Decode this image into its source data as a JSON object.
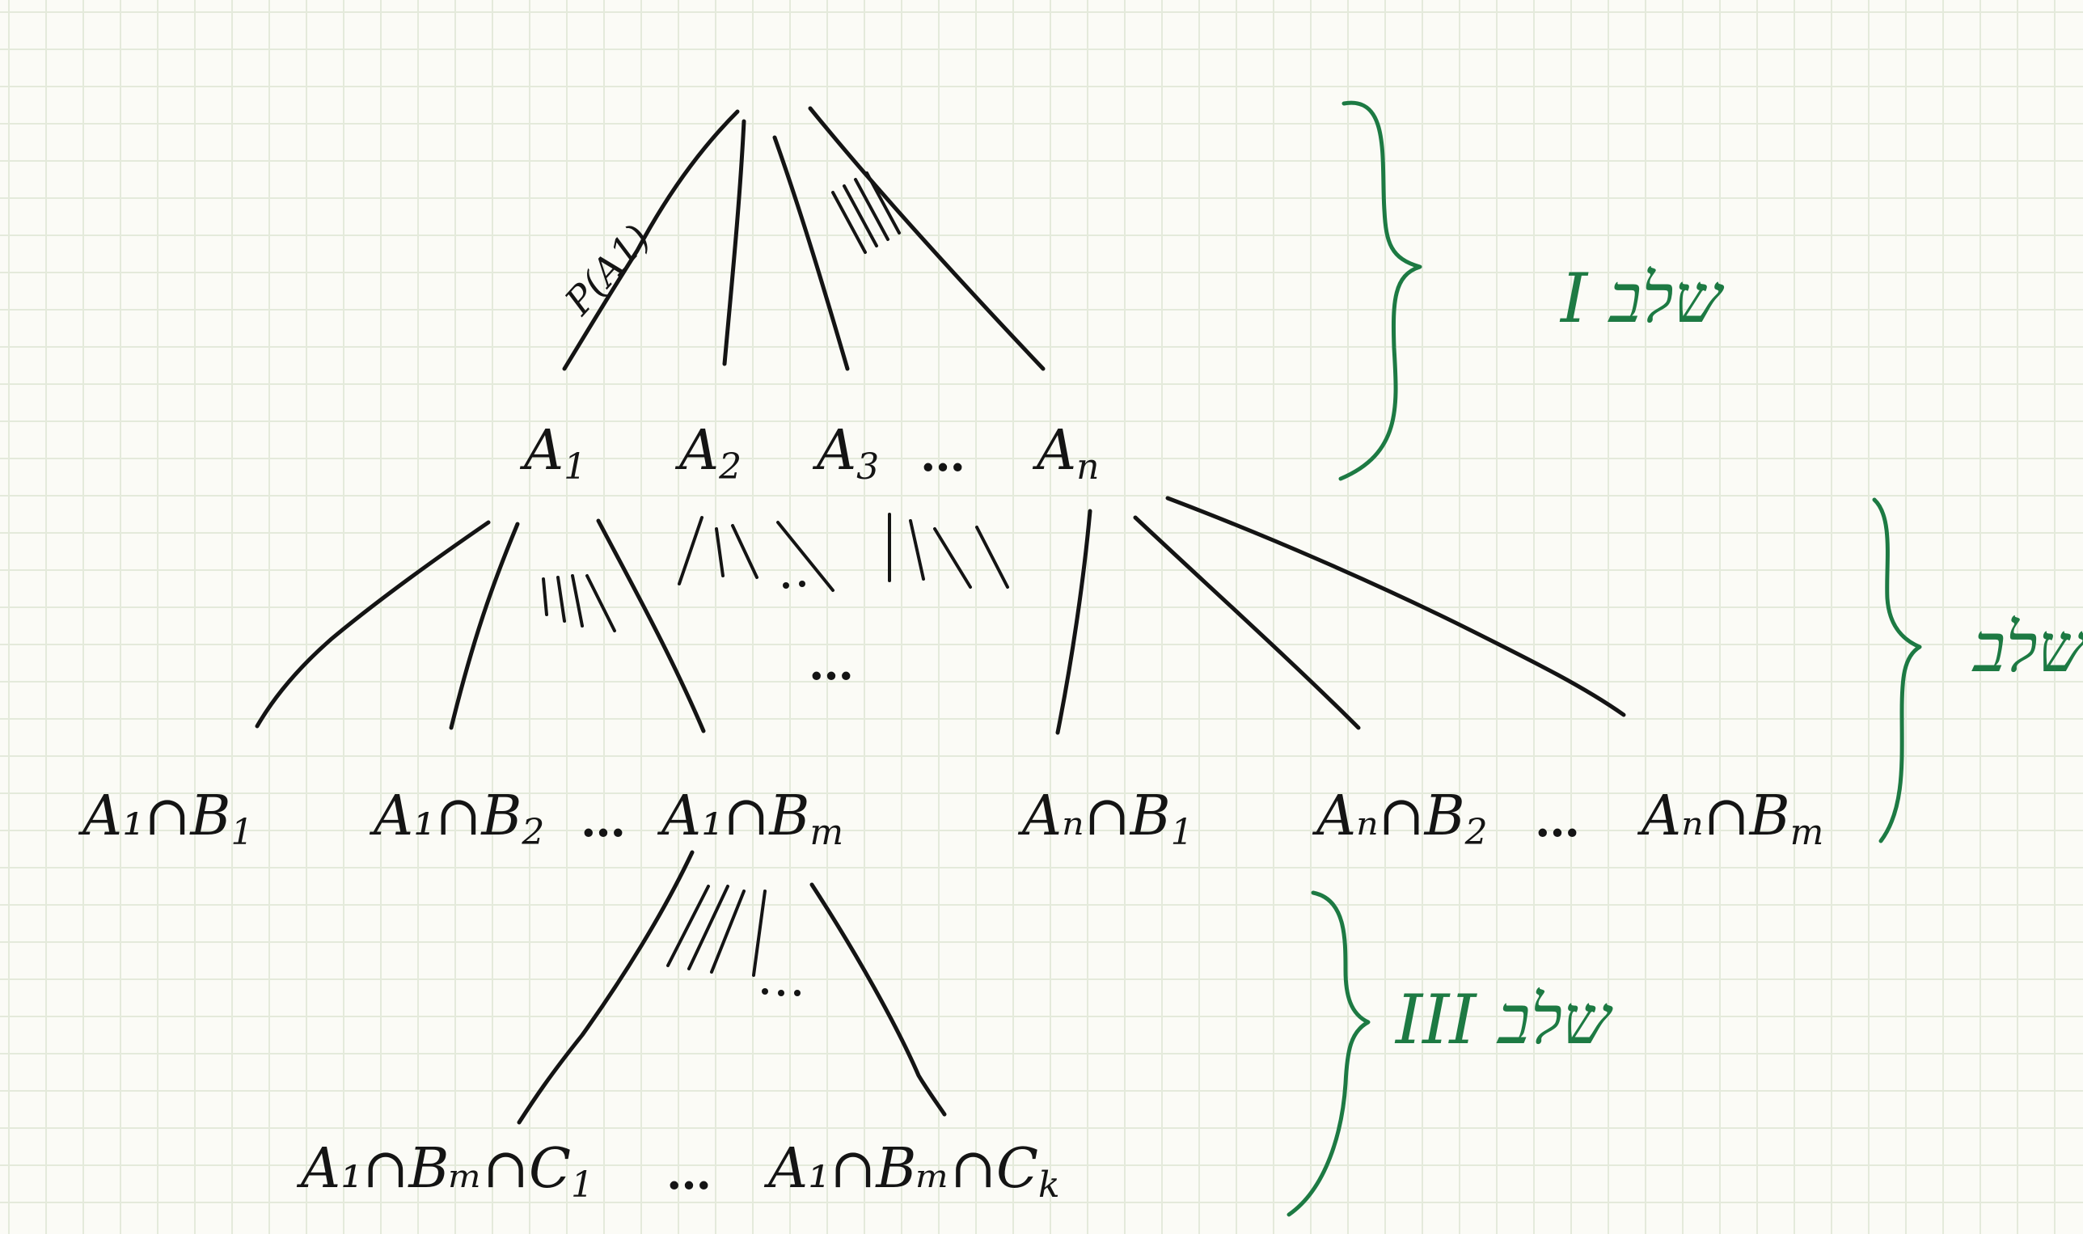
{
  "level1": {
    "edge_label": "P(A1)",
    "nodes": [
      {
        "base": "A",
        "sub": "1"
      },
      {
        "base": "A",
        "sub": "2"
      },
      {
        "base": "A",
        "sub": "3"
      },
      {
        "base": "…",
        "sub": ""
      },
      {
        "base": "A",
        "sub": "n"
      }
    ],
    "label": "I שלב"
  },
  "level2": {
    "nodes": [
      {
        "base": "A₁∩B",
        "sub": "1"
      },
      {
        "base": "A₁∩B",
        "sub": "2"
      },
      {
        "base": "…",
        "sub": ""
      },
      {
        "base": "A₁∩B",
        "sub": "m"
      },
      {
        "base": "Aₙ∩B",
        "sub": "1"
      },
      {
        "base": "Aₙ∩B",
        "sub": "2"
      },
      {
        "base": "…",
        "sub": ""
      },
      {
        "base": "Aₙ∩B",
        "sub": "m"
      }
    ],
    "middle_dots": "…",
    "label": "שלב II"
  },
  "level3": {
    "nodes": [
      {
        "base": "A₁∩Bₘ∩C",
        "sub": "1"
      },
      {
        "base": "…",
        "sub": ""
      },
      {
        "base": "A₁∩Bₘ∩C",
        "sub": "k"
      }
    ],
    "label": "III שלב"
  },
  "colors": {
    "ink": "#141414",
    "accent_green": "#1d7a43",
    "grid": "#e4eadb",
    "paper": "#fbfbf6"
  }
}
